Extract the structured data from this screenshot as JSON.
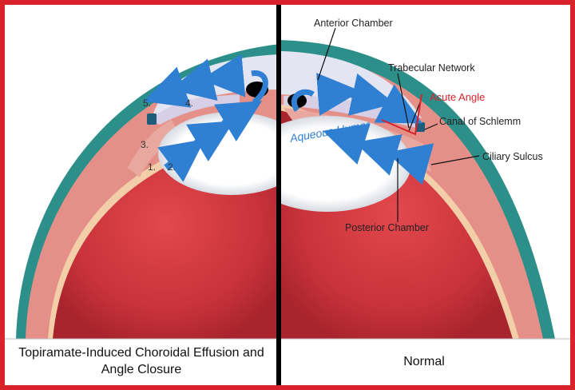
{
  "left_panel": {
    "caption": "Topiramate-Induced Choroidal Effusion and Angle Closure",
    "markers": [
      "1.",
      "2.",
      "3.",
      "4.",
      "5."
    ]
  },
  "right_panel": {
    "caption": "Normal",
    "labels": {
      "anterior_chamber": "Anterior Chamber",
      "trabecular_network": "Trabecular Network",
      "acute_angle": "Acute Angle",
      "canal_of_schlemm": "Canal of Schlemm",
      "aqueous_humor": "Aqueous Humor",
      "ciliary_sulcus": "Ciliary Sulcus",
      "posterior_chamber": "Posterior Chamber"
    }
  },
  "colors": {
    "frame": "#d9232a",
    "cornea": "#2c8f8a",
    "aqueous": "#e3e6f2",
    "iris": "#e49089",
    "lens": "#ffffff",
    "globe": "#c8323a",
    "arrow": "#2f7fd2",
    "divider": "#000000",
    "acute_angle_text": "#d9232a",
    "aqueous_text": "#2f7fd2"
  }
}
